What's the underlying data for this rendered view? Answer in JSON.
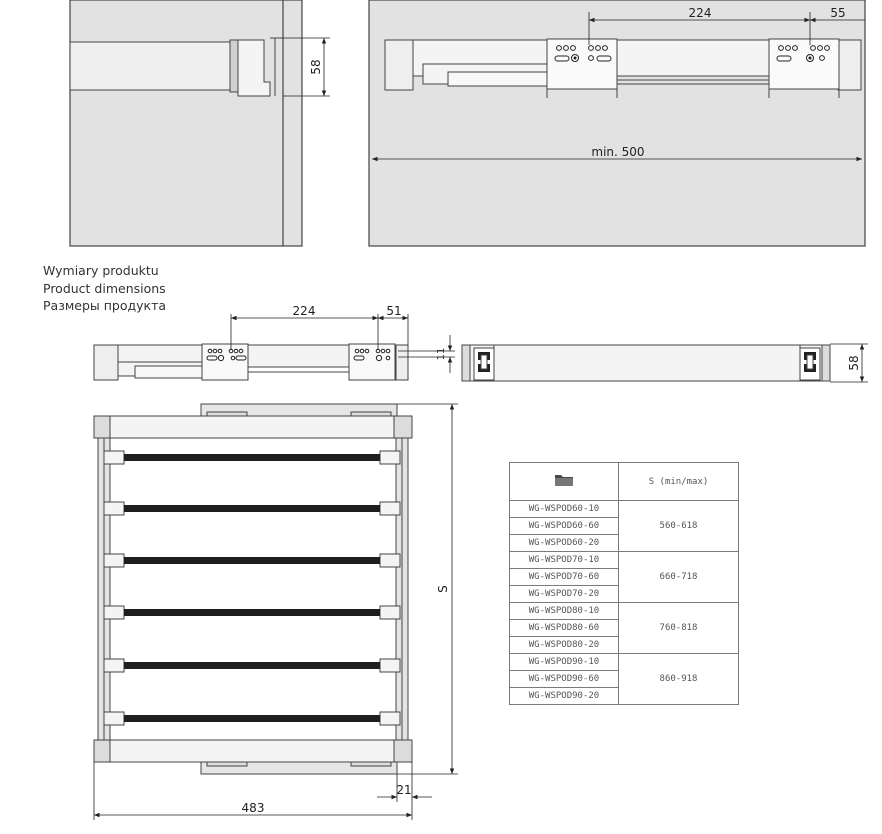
{
  "captions": {
    "pl": "Wymiary produktu",
    "en": "Product dimensions",
    "ru": "Размеры продукта"
  },
  "dimensions": {
    "top_height": "58",
    "top_spacing": "224",
    "top_offset": "55",
    "top_min_depth": "min. 500",
    "mid_spacing": "224",
    "mid_offset": "51",
    "mid_gap": "11",
    "side_height": "58",
    "frame_length": "S",
    "frame_width": "483",
    "frame_offset": "21"
  },
  "table": {
    "header_icon": "folder-icon",
    "header_label": "S (min/max)",
    "groups": [
      {
        "codes": [
          "WG-WSPOD60-10",
          "WG-WSPOD60-60",
          "WG-WSPOD60-20"
        ],
        "range": "560-618"
      },
      {
        "codes": [
          "WG-WSPOD70-10",
          "WG-WSPOD70-60",
          "WG-WSPOD70-20"
        ],
        "range": "660-718"
      },
      {
        "codes": [
          "WG-WSPOD80-10",
          "WG-WSPOD80-60",
          "WG-WSPOD80-20"
        ],
        "range": "760-818"
      },
      {
        "codes": [
          "WG-WSPOD90-10",
          "WG-WSPOD90-60",
          "WG-WSPOD90-20"
        ],
        "range": "860-918"
      }
    ]
  }
}
